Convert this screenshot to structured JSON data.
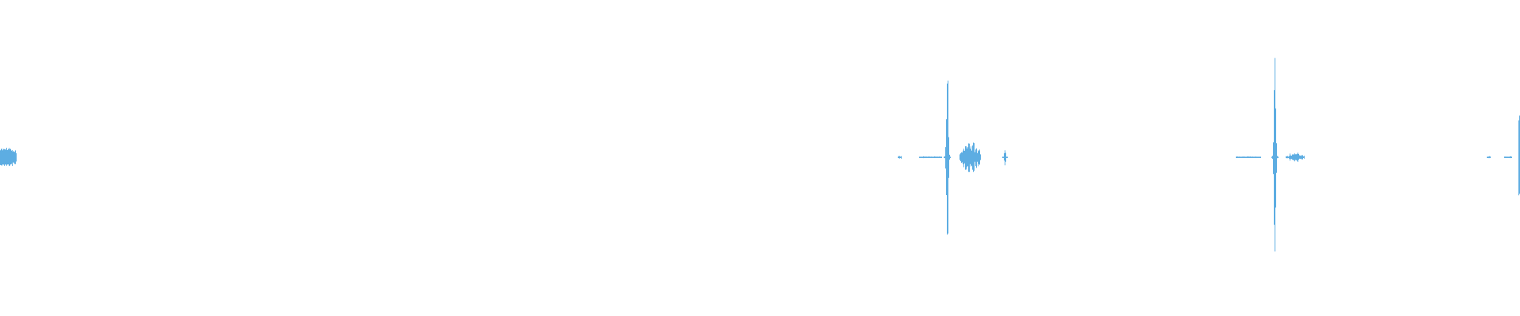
{
  "waveform": {
    "color": "#5dade2",
    "background": "#ffffff",
    "bursts": [
      {
        "center": 0.004,
        "amplitude": 0.1,
        "width": 0.013,
        "shape": "cluster"
      },
      {
        "center": 0.5915,
        "amplitude": 0.015,
        "width": 0.002,
        "shape": "tick"
      },
      {
        "center": 0.612,
        "amplitude": 0.008,
        "width": 0.015,
        "shape": "pre-tail"
      },
      {
        "center": 0.623,
        "amplitude": 0.97,
        "width": 0.004,
        "shape": "spike"
      },
      {
        "center": 0.638,
        "amplitude": 0.22,
        "width": 0.014,
        "shape": "post-tail"
      },
      {
        "center": 0.661,
        "amplitude": 0.1,
        "width": 0.003,
        "shape": "spike"
      },
      {
        "center": 0.821,
        "amplitude": 0.008,
        "width": 0.016,
        "shape": "pre-tail"
      },
      {
        "center": 0.8385,
        "amplitude": 1.0,
        "width": 0.004,
        "shape": "spike"
      },
      {
        "center": 0.852,
        "amplitude": 0.06,
        "width": 0.012,
        "shape": "post-tail"
      },
      {
        "center": 0.979,
        "amplitude": 0.01,
        "width": 0.002,
        "shape": "tick"
      },
      {
        "center": 0.992,
        "amplitude": 0.01,
        "width": 0.005,
        "shape": "pre-tail"
      },
      {
        "center": 0.9995,
        "amplitude": 0.46,
        "width": 0.001,
        "shape": "edge"
      }
    ]
  }
}
